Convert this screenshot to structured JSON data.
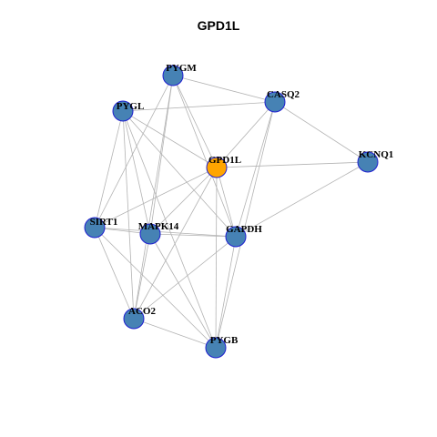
{
  "title": "GPD1L",
  "colors": {
    "node_fill": "#4682b4",
    "node_stroke": "#1f1fd0",
    "center_fill": "#ffa500",
    "center_stroke": "#1f1fd0",
    "edge": "#b3b3b3"
  },
  "nodes": [
    {
      "id": "GPD1L",
      "label": "GPD1L",
      "center": true
    },
    {
      "id": "PYGM",
      "label": "PYGM"
    },
    {
      "id": "CASQ2",
      "label": "CASQ2"
    },
    {
      "id": "PYGL",
      "label": "PYGL"
    },
    {
      "id": "KCNQ1",
      "label": "KCNQ1"
    },
    {
      "id": "SIRT1",
      "label": "SIRT1"
    },
    {
      "id": "MAPK14",
      "label": "MAPK14"
    },
    {
      "id": "GAPDH",
      "label": "GAPDH"
    },
    {
      "id": "ACO2",
      "label": "ACO2"
    },
    {
      "id": "PYGB",
      "label": "PYGB"
    }
  ],
  "edges": [
    [
      "PYGM",
      "CASQ2"
    ],
    [
      "PYGM",
      "GPD1L"
    ],
    [
      "PYGM",
      "SIRT1"
    ],
    [
      "PYGM",
      "MAPK14"
    ],
    [
      "PYGM",
      "GAPDH"
    ],
    [
      "PYGM",
      "ACO2"
    ],
    [
      "PYGL",
      "CASQ2"
    ],
    [
      "PYGL",
      "GPD1L"
    ],
    [
      "PYGL",
      "SIRT1"
    ],
    [
      "PYGL",
      "MAPK14"
    ],
    [
      "PYGL",
      "GAPDH"
    ],
    [
      "PYGL",
      "ACO2"
    ],
    [
      "PYGL",
      "PYGB"
    ],
    [
      "CASQ2",
      "GPD1L"
    ],
    [
      "CASQ2",
      "KCNQ1"
    ],
    [
      "CASQ2",
      "GAPDH"
    ],
    [
      "CASQ2",
      "PYGB"
    ],
    [
      "GPD1L",
      "KCNQ1"
    ],
    [
      "GPD1L",
      "SIRT1"
    ],
    [
      "GPD1L",
      "MAPK14"
    ],
    [
      "GPD1L",
      "GAPDH"
    ],
    [
      "GPD1L",
      "ACO2"
    ],
    [
      "GPD1L",
      "PYGB"
    ],
    [
      "KCNQ1",
      "GAPDH"
    ],
    [
      "SIRT1",
      "MAPK14"
    ],
    [
      "SIRT1",
      "GAPDH"
    ],
    [
      "SIRT1",
      "ACO2"
    ],
    [
      "SIRT1",
      "PYGB"
    ],
    [
      "MAPK14",
      "GAPDH"
    ],
    [
      "MAPK14",
      "ACO2"
    ],
    [
      "MAPK14",
      "PYGB"
    ],
    [
      "GAPDH",
      "ACO2"
    ],
    [
      "GAPDH",
      "PYGB"
    ],
    [
      "ACO2",
      "PYGB"
    ]
  ]
}
